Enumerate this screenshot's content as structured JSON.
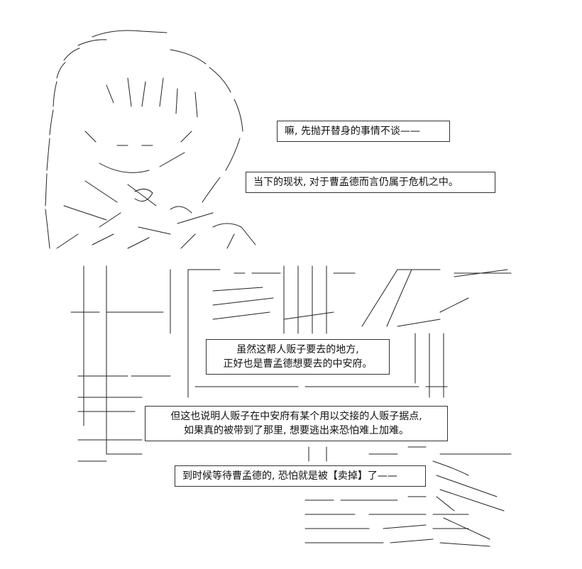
{
  "bubbles": [
    {
      "lines": [
        "嘛, 先抛开替身的事情不谈——"
      ]
    },
    {
      "lines": [
        "当下的现状, 对于曹孟德而言仍属于危机之中。"
      ]
    },
    {
      "lines": [
        "虽然这帮人贩子要去的地方,",
        "正好也是曹孟德想要去的中安府。"
      ]
    },
    {
      "lines": [
        "但这也说明人贩子在中安府有某个用以交接的人贩子据点,",
        "如果真的被带到了那里, 想要逃出来恐怕难上加难。"
      ]
    },
    {
      "lines": [
        "到时候等待曹孟德的, 恐怕就是被【卖掉】了——"
      ]
    }
  ],
  "colors": {
    "ink": "#111111",
    "border": "#333333",
    "background": "#ffffff"
  }
}
